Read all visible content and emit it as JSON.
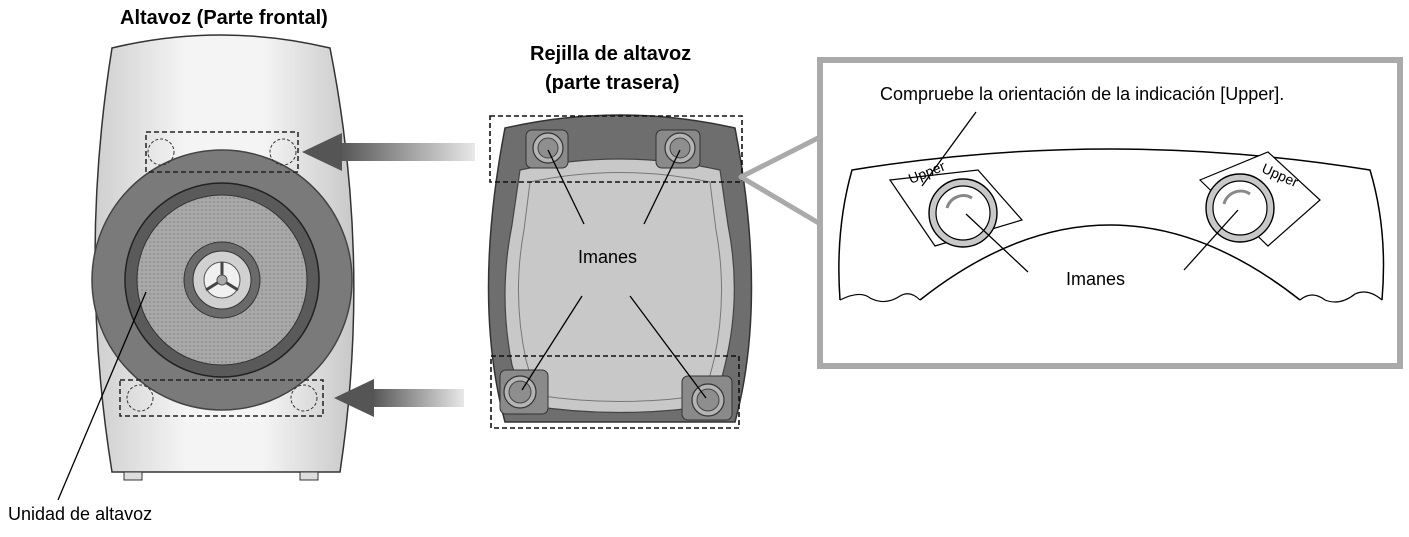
{
  "labels": {
    "front_title": "Altavoz (Parte frontal)",
    "grille_title_line1": "Rejilla de altavoz",
    "grille_title_line2": "(parte trasera)",
    "check_note": "Compruebe la orientación de la indicación [Upper].",
    "magnets_grille": "Imanes",
    "magnets_detail": "Imanes",
    "speaker_unit": "Unidad de altavoz",
    "upper_left": "Upper",
    "upper_right": "Upper"
  }
}
